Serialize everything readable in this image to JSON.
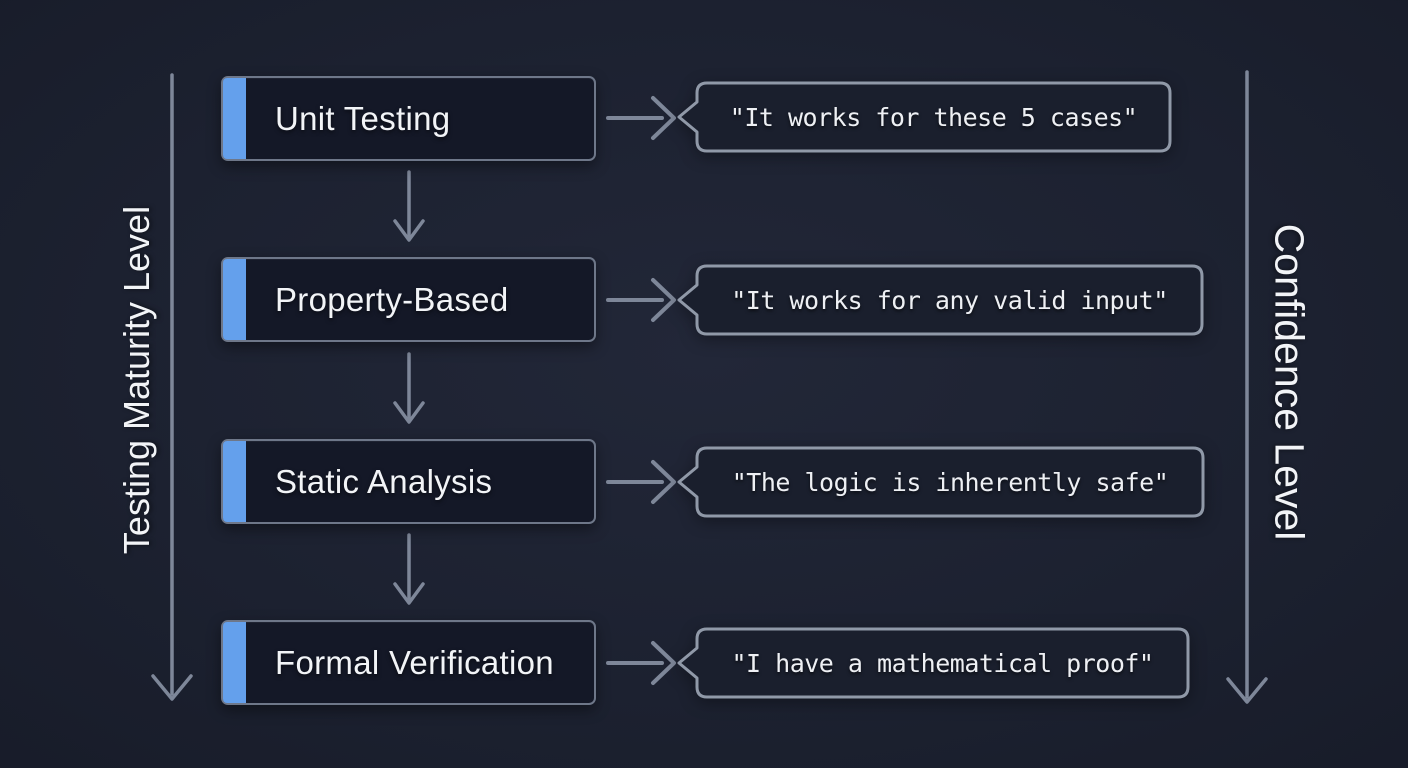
{
  "diagram": {
    "left_axis": {
      "label": "Testing Maturity Level",
      "direction": "down"
    },
    "right_axis": {
      "label": "Confidence Level",
      "direction": "down"
    },
    "stages": [
      {
        "label": "Unit Testing",
        "quote": "\"It works for these 5 cases\""
      },
      {
        "label": "Property-Based",
        "quote": "\"It works for any valid input\""
      },
      {
        "label": "Static Analysis",
        "quote": "\"The logic is inherently safe\""
      },
      {
        "label": "Formal Verification",
        "quote": "\"I have a mathematical proof\""
      }
    ],
    "colors": {
      "background": "#1c2130",
      "box_fill": "#141827",
      "box_border": "#6e7789",
      "bubble_fill": "#1a1f2d",
      "bubble_border": "#9099a8",
      "accent_blue": "#64a0ec",
      "arrow": "#7e8799",
      "text": "#f2f4f7"
    }
  }
}
